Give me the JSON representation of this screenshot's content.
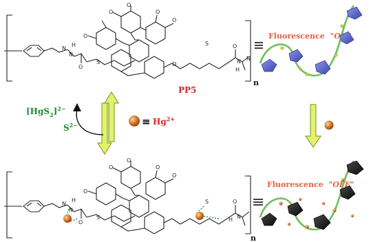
{
  "top": {
    "fluorescence_label": "Fluorescence",
    "state": "\"ON\"",
    "polymer_label": "PP5",
    "repeat_subscript": "n"
  },
  "bottom": {
    "fluorescence_label": "Fluorescence",
    "state": "\"OFF\"",
    "repeat_subscript": "n"
  },
  "scheme": {
    "product_left": "[HgS",
    "product_sub": "2",
    "product_right": "]",
    "product_charge": "2−",
    "reagent": "S",
    "reagent_charge": "2−",
    "equiv_symbol": "≡",
    "ion": "Hg",
    "ion_charge": "2+"
  },
  "atom_labels": {
    "o": "O",
    "s": "S",
    "n": "N",
    "h": "H"
  },
  "colors": {
    "orange_label": "#e8603a",
    "red_label": "#d8262a",
    "green_label": "#1f8a2e",
    "arrow_fill": "#e6f06e",
    "arrow_stroke": "#6a9a16",
    "helix_green": "#3da52b",
    "ribbon_blue": "#5f6ed2",
    "ribbon_black": "#1d1d1d",
    "hg_sphere": "#d9772a"
  }
}
